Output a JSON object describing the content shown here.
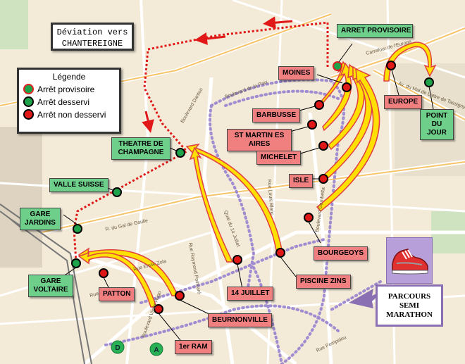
{
  "title": "Déviation vers CHANTEREIGNE",
  "legend": {
    "title": "Légende",
    "items": [
      {
        "label": "Arrêt provisoire",
        "fill": "#1fa34a",
        "ring": "#e02020"
      },
      {
        "label": "Arrêt desservi",
        "fill": "#1fa34a",
        "ring": "#000000"
      },
      {
        "label": "Arrêt non desservi",
        "fill": "#e01818",
        "ring": "#000000"
      }
    ]
  },
  "badge": {
    "text": "PARCOURS SEMI MARATHON"
  },
  "colors": {
    "served": "#1fa34a",
    "not_served": "#e01818",
    "deviation": "#e01818",
    "marathon": "#a08cd0",
    "arrow_fill": "#ffe000",
    "arrow_stroke": "#e04040",
    "label_red": "#f08080",
    "label_green": "#6ecf8a"
  },
  "stops": [
    {
      "id": "arret-provisoire",
      "label": "ARRET PROVISOIRE",
      "status": "provisional"
    },
    {
      "id": "moines",
      "label": "MOINES",
      "status": "not_served"
    },
    {
      "id": "europe",
      "label": "EUROPE",
      "status": "not_served"
    },
    {
      "id": "point-du-jour",
      "label": "POINT DU JOUR",
      "status": "served"
    },
    {
      "id": "barbusse",
      "label": "BARBUSSE",
      "status": "not_served"
    },
    {
      "id": "st-martin",
      "label": "ST MARTIN ES AIRES",
      "status": "not_served"
    },
    {
      "id": "michelet",
      "label": "MICHELET",
      "status": "not_served"
    },
    {
      "id": "isle",
      "label": "ISLE",
      "status": "not_served"
    },
    {
      "id": "bourgeoys",
      "label": "BOURGEOYS",
      "status": "not_served"
    },
    {
      "id": "piscine-zins",
      "label": "PISCINE ZINS",
      "status": "not_served"
    },
    {
      "id": "14-juillet",
      "label": "14 JUILLET",
      "status": "not_served"
    },
    {
      "id": "beurnonville",
      "label": "BEURNONVILLE",
      "status": "not_served"
    },
    {
      "id": "1er-ram",
      "label": "1er RAM",
      "status": "not_served"
    },
    {
      "id": "patton",
      "label": "PATTON",
      "status": "not_served"
    },
    {
      "id": "gare-voltaire",
      "label": "GARE VOLTAIRE",
      "status": "served"
    },
    {
      "id": "gare-jardins",
      "label": "GARE JARDINS",
      "status": "served"
    },
    {
      "id": "valle-suisse",
      "label": "VALLE SUISSE",
      "status": "served"
    },
    {
      "id": "theatre",
      "label": "THEATRE DE CHAMPAGNE",
      "status": "served"
    }
  ],
  "line_markers": [
    "D",
    "A"
  ],
  "streets": [
    "Boulevard Danton",
    "Boulevard Gambetta",
    "Boulevard Victor Hugo",
    "Rue Voltaire",
    "Rue Emile Zola",
    "Rue Raymond Poincaré",
    "Rue Pompidou",
    "Av. du Mal de Lattre de Tassigny",
    "R. du Gal de Gaulle",
    "Quai du 14 Juillet",
    "Rue Louis Blanc",
    "Carrefour de l'Europe",
    "Boulevard de la Paix"
  ]
}
